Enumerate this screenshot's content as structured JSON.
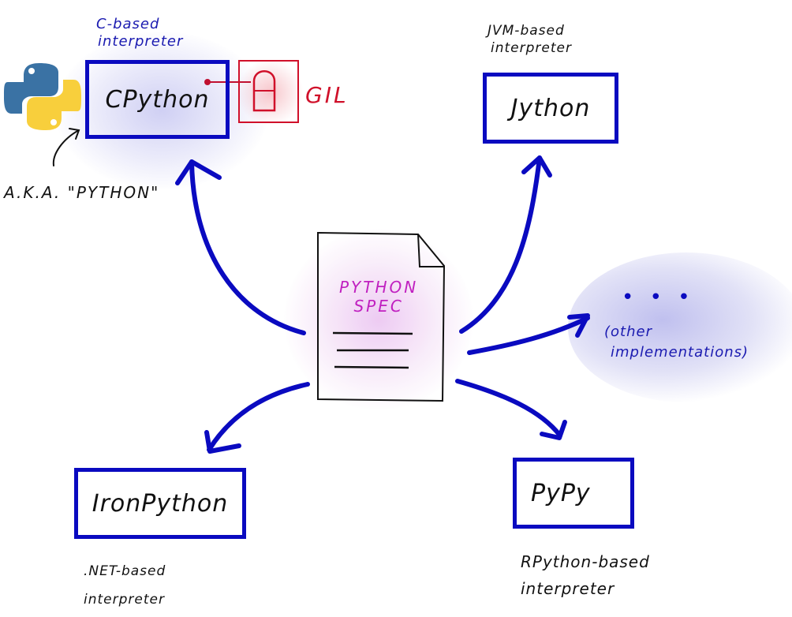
{
  "colors": {
    "stroke_blue": "#0a0ac0",
    "text_dark": "#111111",
    "gil_red": "#d0102a",
    "spec_magenta": "#c020c0",
    "python_blue": "#3a72a4",
    "python_yellow": "#f8cf3c"
  },
  "center": {
    "document_title_line1": "PYTHON",
    "document_title_line2": "SPEC",
    "icon": "document-icon"
  },
  "implementations": {
    "cpython": {
      "name": "CPython",
      "caption_line1": "C-based",
      "caption_line2": "interpreter",
      "aka_label": "A.K.A. \"PYTHON\"",
      "logo": "python-logo-icon",
      "gil_label": "GIL",
      "gil_icon": "lock-icon"
    },
    "jython": {
      "name": "Jython",
      "caption_line1": "JVM-based",
      "caption_line2": "interpreter"
    },
    "ironpython": {
      "name": "IronPython",
      "caption_line1": ".NET-based",
      "caption_line2": "interpreter"
    },
    "pypy": {
      "name": "PyPy",
      "caption_line1": "RPython-based",
      "caption_line2": "interpreter"
    },
    "others": {
      "ellipsis": "• • •",
      "caption_line1": "(other",
      "caption_line2": "implementations)"
    }
  }
}
